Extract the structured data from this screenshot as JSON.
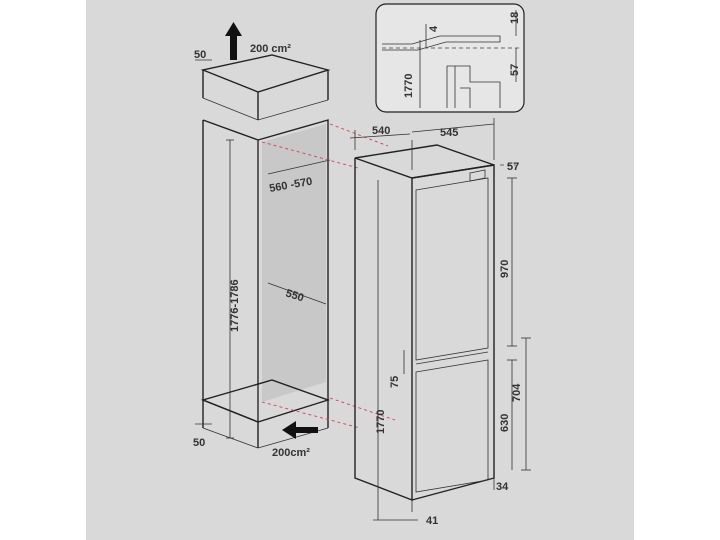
{
  "dimensions": {
    "top_gap": "50",
    "top_vent": "200 cm²",
    "detail_18": "18",
    "detail_4": "4",
    "detail_1770": "1770",
    "detail_57": "57",
    "niche_width": "560 -570",
    "niche_depth": "550",
    "niche_height": "1776-1786",
    "bottom_gap": "50",
    "bottom_vent": "200cm²",
    "appliance_depth": "540",
    "appliance_width": "545",
    "top_offset": "57",
    "upper_door": "970",
    "door_gap": "75",
    "lower_door_total": "704",
    "lower_door": "630",
    "appliance_height": "1770",
    "base_34": "34",
    "base_41": "41"
  }
}
